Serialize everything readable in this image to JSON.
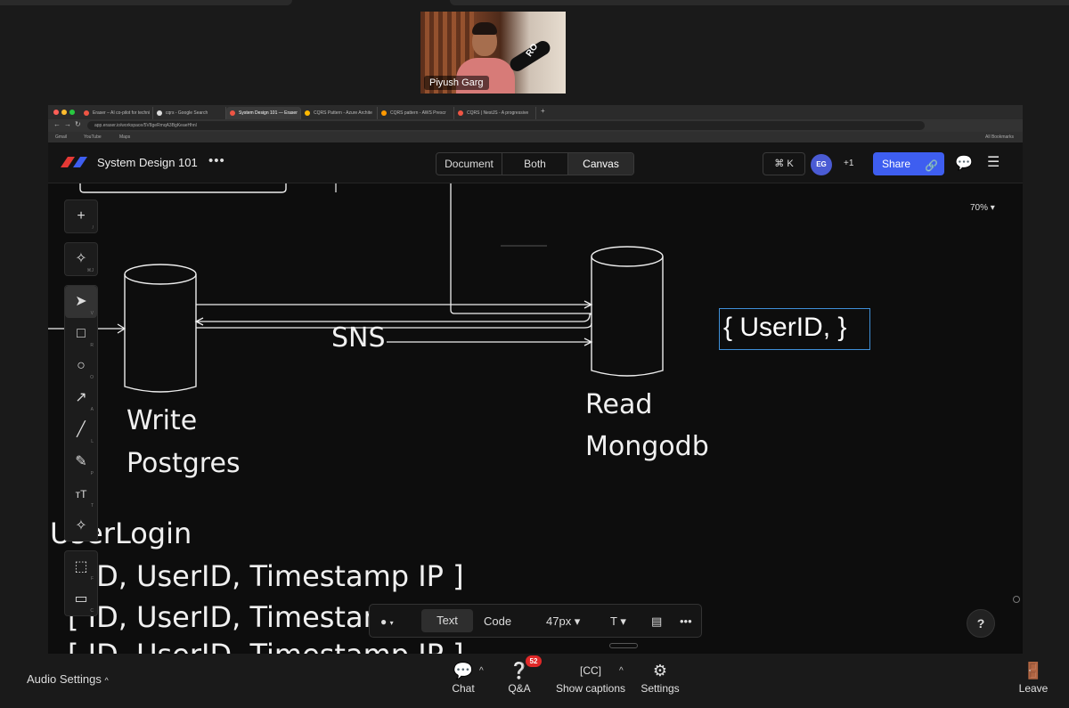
{
  "meeting": {
    "participant_name": "Piyush Garg",
    "mic_text": "RO",
    "controls": {
      "audio_settings": "Audio Settings",
      "chat": "Chat",
      "qa": "Q&A",
      "qa_badge": "52",
      "captions": "Show captions",
      "settings": "Settings",
      "leave": "Leave"
    }
  },
  "browser": {
    "tabs": [
      "Eraser – AI co-pilot for techni",
      "cqrs - Google Search",
      "System Design 101 — Eraser",
      "CQRS Pattern - Azure Archite",
      "CQRS pattern - AWS Prescr",
      "CQRS | NestJS - A progressive"
    ],
    "url": "app.eraser.io/workspace/5V8geRmqA3BgKeaeHhnl",
    "bookmarks": [
      "Gmail",
      "YouTube",
      "Maps"
    ],
    "all_bookmarks": "All Bookmarks"
  },
  "eraser": {
    "doc_title": "System Design 101",
    "more": "•••",
    "view_modes": [
      "Document",
      "Both",
      "Canvas"
    ],
    "command_k": "⌘ K",
    "avatar": "EG",
    "extra_users": "+1",
    "share": "Share",
    "zoom": "70% ▾",
    "help": "?"
  },
  "canvas": {
    "sns_label": "SNS",
    "write_label_1": "Write",
    "write_label_2": "Postgres",
    "read_label_1": "Read",
    "read_label_2": "Mongodb",
    "selected_text": "{ UserID, }",
    "text_line_1": "UserLogin",
    "text_line_2": "[ ID, UserID, Timestamp IP ]",
    "text_line_3": "[ ID, UserID, Timestamp IP ]",
    "text_line_4": "[ ID, UserID, Timestamp IP ]"
  },
  "tools": [
    {
      "name": "add",
      "icon": "+",
      "key": "/"
    },
    {
      "name": "ai",
      "icon": "✧",
      "key": "⌘J"
    },
    {
      "name": "select",
      "icon": "➤",
      "key": "V"
    },
    {
      "name": "rectangle",
      "icon": "□",
      "key": "R"
    },
    {
      "name": "ellipse",
      "icon": "○",
      "key": "O"
    },
    {
      "name": "arrow",
      "icon": "↗",
      "key": "A"
    },
    {
      "name": "line",
      "icon": "╱",
      "key": "L"
    },
    {
      "name": "pen",
      "icon": "✎",
      "key": "P"
    },
    {
      "name": "text",
      "icon": "тT",
      "key": "T"
    },
    {
      "name": "magic",
      "icon": "✧",
      "key": ""
    },
    {
      "name": "frame",
      "icon": "⬚",
      "key": "F"
    },
    {
      "name": "comment",
      "icon": "▭",
      "key": "C"
    }
  ],
  "text_toolbar": {
    "color_dot": "●",
    "text_tab": "Text",
    "code_tab": "Code",
    "font_size": "47px ▾",
    "font_style": "T ▾",
    "comment_icon": "▤",
    "more": "•••"
  },
  "colors": {
    "accent": "#3e5ef0",
    "selection": "#3f8fd8",
    "badge": "#e02828",
    "avatar": "#4a5bd4"
  }
}
